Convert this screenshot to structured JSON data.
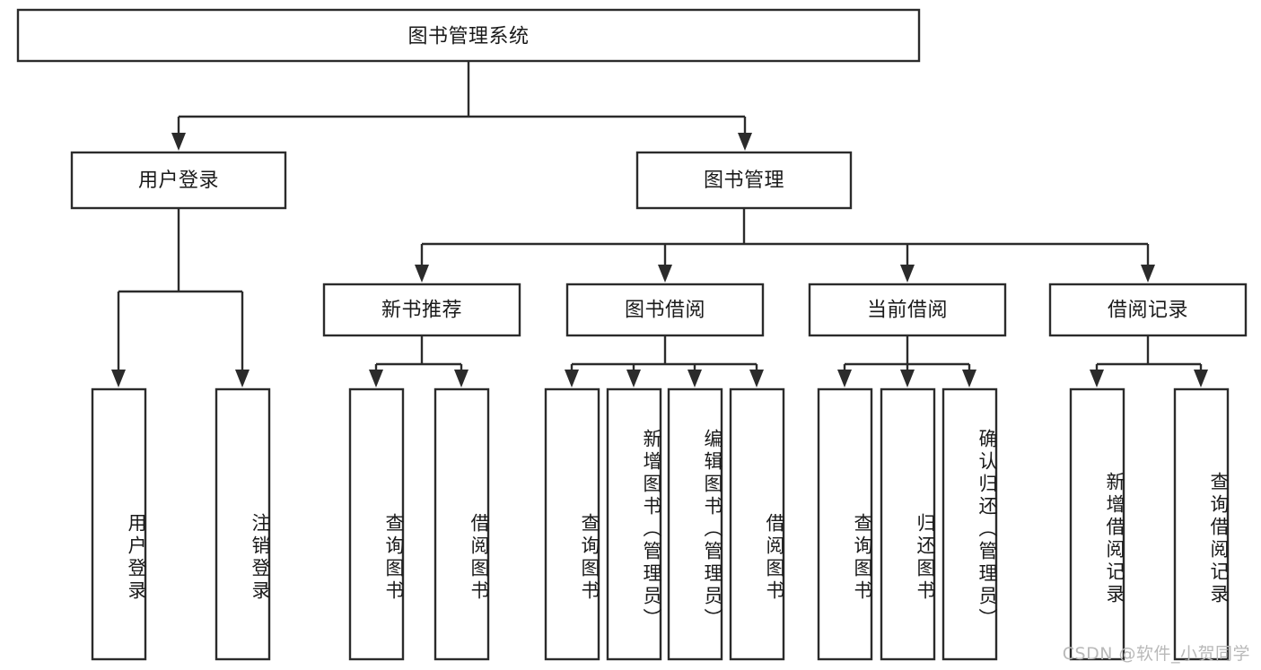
{
  "diagram": {
    "title": "图书管理系统",
    "type": "tree-hierarchy-chart",
    "orientation": "top-down",
    "colors": {
      "background": "#ffffff",
      "box_stroke": "#2b2b2b",
      "box_fill": "#ffffff",
      "text": "#1a1a1a",
      "watermark": "#b9b9b9"
    },
    "root": {
      "id": "root",
      "label": "图书管理系统"
    },
    "level2": [
      {
        "id": "user-login",
        "label": "用户登录"
      },
      {
        "id": "book-management",
        "label": "图书管理"
      }
    ],
    "level3": [
      {
        "id": "new-book-recommend",
        "label": "新书推荐",
        "parent": "book-management"
      },
      {
        "id": "book-borrow",
        "label": "图书借阅",
        "parent": "book-management"
      },
      {
        "id": "current-borrow",
        "label": "当前借阅",
        "parent": "book-management"
      },
      {
        "id": "borrow-record",
        "label": "借阅记录",
        "parent": "book-management"
      }
    ],
    "leaves": {
      "user-login": [
        {
          "id": "leaf-user-login",
          "label": "用户登录"
        },
        {
          "id": "leaf-logout-login",
          "label": "注销登录"
        }
      ],
      "new-book-recommend": [
        {
          "id": "leaf-query-book-1",
          "label": "查询图书"
        },
        {
          "id": "leaf-borrow-book-1",
          "label": "借阅图书"
        }
      ],
      "book-borrow": [
        {
          "id": "leaf-query-book-2",
          "label": "查询图书"
        },
        {
          "id": "leaf-add-book",
          "label": "新增图书（管理员）"
        },
        {
          "id": "leaf-edit-book",
          "label": "编辑图书（管理员）"
        },
        {
          "id": "leaf-borrow-book-2",
          "label": "借阅图书"
        }
      ],
      "current-borrow": [
        {
          "id": "leaf-query-book-3",
          "label": "查询图书"
        },
        {
          "id": "leaf-return-book",
          "label": "归还图书"
        },
        {
          "id": "leaf-confirm-return",
          "label": "确认归还（管理员）"
        }
      ],
      "borrow-record": [
        {
          "id": "leaf-add-record",
          "label": "新增借阅记录"
        },
        {
          "id": "leaf-query-record",
          "label": "查询借阅记录"
        }
      ]
    }
  },
  "watermark": {
    "text": "CSDN @软件_小贺同学"
  }
}
